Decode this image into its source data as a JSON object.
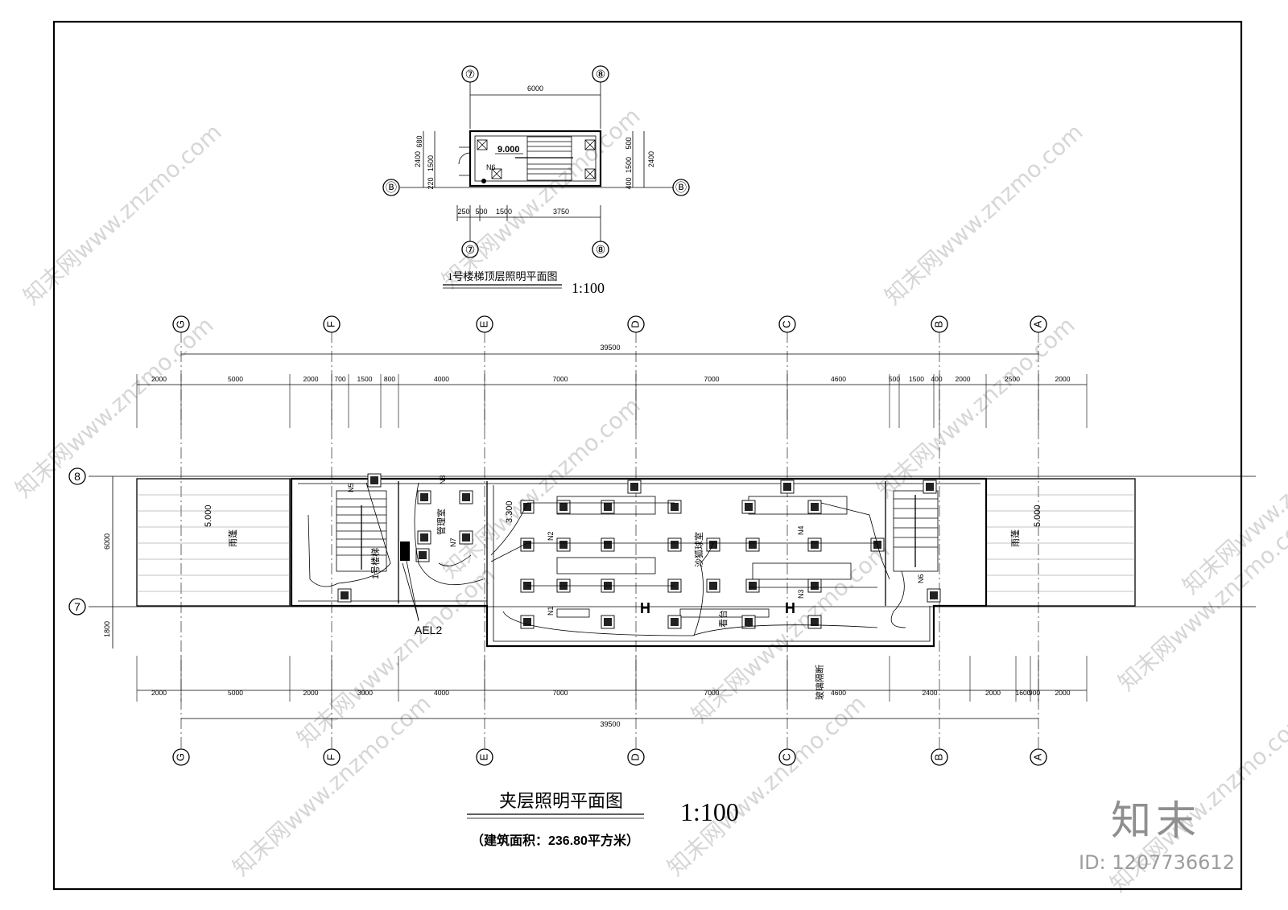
{
  "top_plan": {
    "title": "1号楼梯顶层照明平面图",
    "scale": "1:100",
    "axes_x": [
      "⑦",
      "⑧"
    ],
    "axes_y": [
      "Ⓑ",
      "Ⓑ"
    ],
    "dims_top": [
      "6000"
    ],
    "dims_bottom": [
      "250",
      "500",
      "1500",
      "3750"
    ],
    "dims_left": [
      "680",
      "1500",
      "220",
      "2400"
    ],
    "dims_right": [
      "500",
      "1500",
      "400",
      "2400"
    ],
    "elevation": "9.000",
    "circuit": "N6"
  },
  "main_plan": {
    "title": "夹层照明平面图",
    "scale": "1:100",
    "area_note": "（建筑面积：236.80平方米）",
    "axes": [
      "G",
      "F",
      "E",
      "D",
      "C",
      "B",
      "A"
    ],
    "row_axes": [
      "8",
      "7"
    ],
    "total_dim": "39500",
    "dims_top": [
      "2000",
      "5000",
      "2000",
      "700",
      "1500",
      "800",
      "4000",
      "7000",
      "7000",
      "4600",
      "500",
      "1500",
      "400",
      "2000",
      "2500",
      "2000"
    ],
    "dims_bottom": [
      "2000",
      "5000",
      "2000",
      "3000",
      "4000",
      "7000",
      "7000",
      "4600",
      "2400",
      "2000",
      "1600",
      "900",
      "2000"
    ],
    "dims_left": [
      "6000",
      "1800"
    ],
    "rooms": {
      "canopy_left": "雨蓬",
      "canopy_right": "雨蓬",
      "stair": "1号楼梯",
      "mgmt": "管理室",
      "hall": "沙狐球室",
      "stand": "看台",
      "glass": "玻璃隔断"
    },
    "elevations": [
      "5.000",
      "3.300",
      "5.000"
    ],
    "circuits": [
      "N1",
      "N2",
      "N3",
      "N4",
      "N5",
      "N6",
      "N7",
      "N8"
    ],
    "panel": "AEL2"
  },
  "watermark": "知末网www.znzmo.com",
  "brand": {
    "logo": "知末",
    "id": "ID: 1207736612"
  }
}
